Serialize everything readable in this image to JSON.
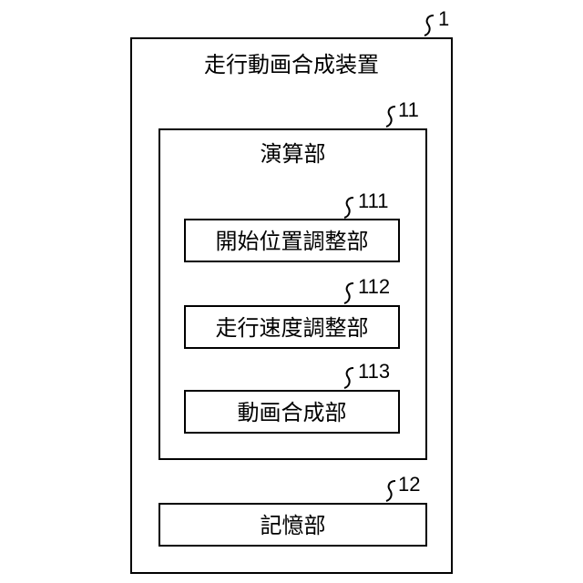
{
  "device": {
    "ref": "1",
    "title": "走行動画合成装置"
  },
  "computation_unit": {
    "ref": "11",
    "title": "演算部"
  },
  "modules": [
    {
      "ref": "111",
      "label": "開始位置調整部"
    },
    {
      "ref": "112",
      "label": "走行速度調整部"
    },
    {
      "ref": "113",
      "label": "動画合成部"
    }
  ],
  "storage_unit": {
    "ref": "12",
    "label": "記憶部"
  },
  "colors": {
    "line": "#000000",
    "background": "#ffffff"
  }
}
